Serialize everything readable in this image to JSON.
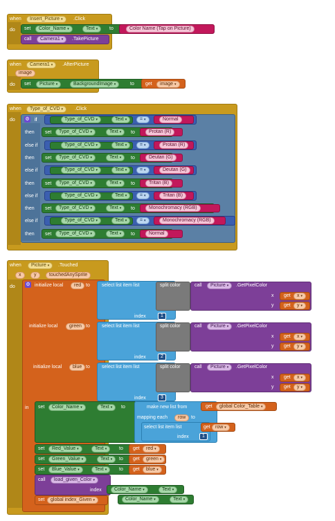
{
  "ev1": {
    "when": "when",
    "component": "Insert_Picture",
    "event": ".Click",
    "do": "do",
    "set": "set",
    "target": "Color_Name",
    "prop": "Text",
    "to": "to",
    "string": "Color Name (Tap on Picture)",
    "call": "call",
    "camera": "Camera1",
    "method": ".TakePicture"
  },
  "ev2": {
    "when": "when",
    "component": "Camera1",
    "event": ".AfterPicture",
    "param": "image",
    "do": "do",
    "set": "set",
    "target": "Picture",
    "prop": "BackgroundImage",
    "to": "to",
    "get": "get",
    "getvar": "image"
  },
  "ev3": {
    "when": "when",
    "component": "Type_of_CVD",
    "event": ".Click",
    "do": "do",
    "if": "if",
    "then": "then",
    "elseif": "else if",
    "set": "set",
    "to": "to",
    "eq": "=",
    "comp": "Type_of_CVD",
    "prop": "Text",
    "conds": [
      "Normal",
      "Protan (R)",
      "Deutan (G)",
      "Tritan (B)",
      "Monochromacy (RGB)"
    ],
    "results": [
      "Protan (R)",
      "Deutan (G)",
      "Tritan (B)",
      "Monochromacy (RGB)",
      "Normal"
    ]
  },
  "ev4": {
    "when": "when",
    "component": "Picture",
    "event": ".Touched",
    "params": [
      "x",
      "y",
      "touchedAnySprite"
    ],
    "do": "do",
    "in": "in",
    "locals": [
      {
        "label": "initialize local",
        "name": "red",
        "to": "to",
        "index": "1"
      },
      {
        "label": "initialize local",
        "name": "green",
        "to": "to",
        "index": "2"
      },
      {
        "label": "initialize local",
        "name": "blue",
        "to": "to",
        "index": "3"
      }
    ],
    "select": "select list item  list",
    "index_label": "index",
    "split": "split color",
    "call": "call",
    "callcomp": "Picture",
    "callmethod": ".GetPixelColor",
    "x": "x",
    "y": "y",
    "get": "get",
    "set": "set",
    "to": "to",
    "color_target": "Color_Name",
    "prop": "Text",
    "make_list": "make new list from",
    "global_table": "global Color_Table",
    "mapping": "mapping each",
    "row": "row",
    "select2": "select list item  list",
    "index2": "1",
    "sets": [
      {
        "target": "Red_Value",
        "var": "red"
      },
      {
        "target": "Green_Value",
        "var": "green"
      },
      {
        "target": "Blue_Value",
        "var": "blue"
      }
    ],
    "proc": "load_given_Color",
    "proc_index": "index",
    "global_index": "global index_Given"
  }
}
